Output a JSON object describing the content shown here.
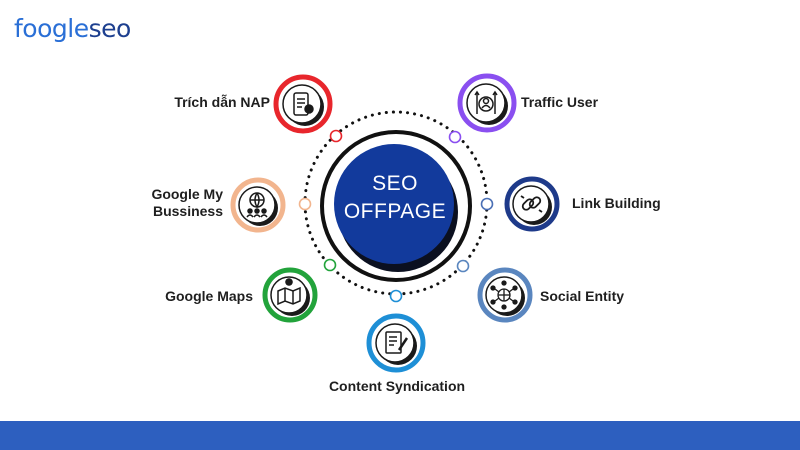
{
  "brand": {
    "logo_part1": "foogle",
    "logo_part2": "seo"
  },
  "center": {
    "line1": "SEO",
    "line2": "OFFPAGE"
  },
  "nodes": [
    {
      "label": "Trích dẫn NAP",
      "color": "#e8262c",
      "icon": "phone-contact-icon"
    },
    {
      "label": "Traffic User",
      "color": "#8a4ff0",
      "icon": "user-traffic-icon"
    },
    {
      "label": "Google My",
      "label2": "Bussiness",
      "color": "#f2b58e",
      "icon": "business-network-icon"
    },
    {
      "label": "Link Building",
      "color": "#1e3a8a",
      "icon": "link-icon"
    },
    {
      "label": "Google Maps",
      "color": "#22a33b",
      "icon": "map-icon"
    },
    {
      "label": "Social Entity",
      "color": "#5a86bf",
      "icon": "social-network-icon"
    },
    {
      "label": "Content Syndication",
      "color": "#1e8fd6",
      "icon": "document-pen-icon"
    }
  ],
  "colors": {
    "center": "#123a9c",
    "footer": "#2d5fbf"
  }
}
